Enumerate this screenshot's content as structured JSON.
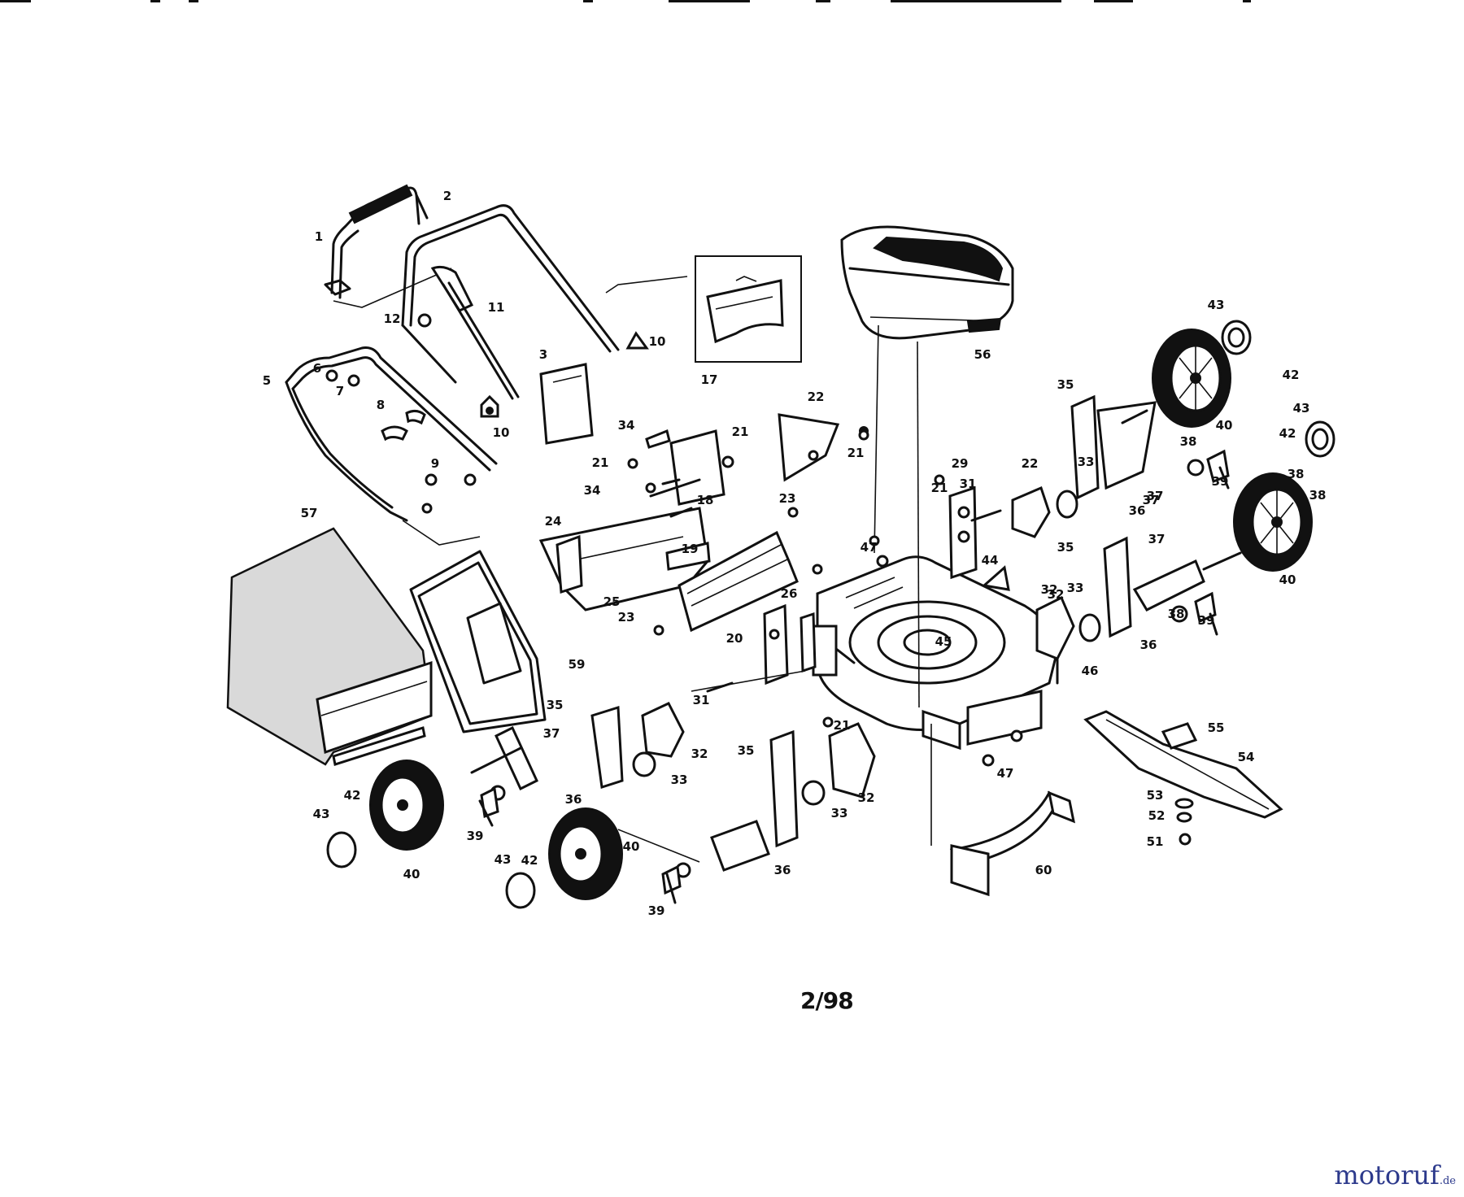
{
  "diagram": {
    "callouts": [
      "1",
      "2",
      "3",
      "5",
      "6",
      "7",
      "8",
      "9",
      "10",
      "10",
      "11",
      "12",
      "17",
      "18",
      "19",
      "20",
      "21",
      "21",
      "21",
      "21",
      "21",
      "22",
      "22",
      "23",
      "23",
      "24",
      "25",
      "26",
      "29",
      "31",
      "31",
      "32",
      "32",
      "32",
      "32",
      "33",
      "33",
      "33",
      "33",
      "34",
      "34",
      "35",
      "35",
      "35",
      "35",
      "36",
      "36",
      "36",
      "36",
      "37",
      "37",
      "37",
      "37",
      "38",
      "38",
      "38",
      "38",
      "39",
      "39",
      "39",
      "39",
      "40",
      "40",
      "40",
      "40",
      "42",
      "42",
      "42",
      "42",
      "43",
      "43",
      "43",
      "43",
      "44",
      "45",
      "46",
      "47",
      "47",
      "51",
      "52",
      "53",
      "54",
      "55",
      "56",
      "57",
      "59",
      "60"
    ]
  },
  "footer": {
    "date": "2/98"
  },
  "watermark": {
    "brand": "motoruf",
    "tld": ".de"
  }
}
